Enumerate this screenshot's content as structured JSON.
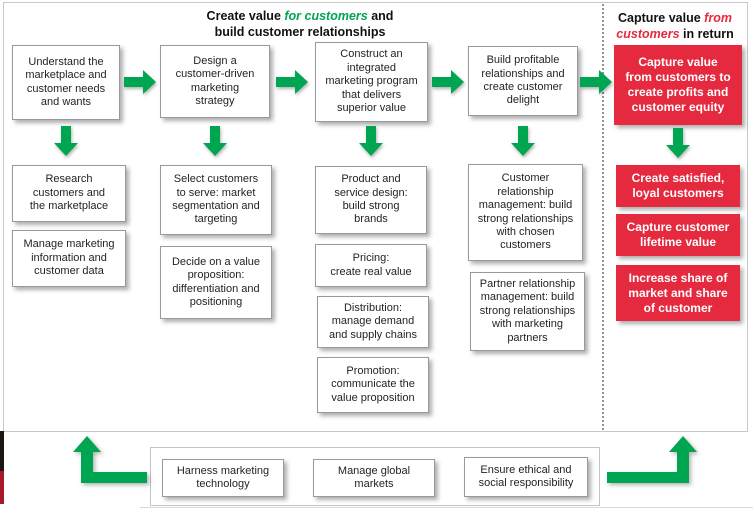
{
  "colors": {
    "green": "#00a551",
    "red": "#e5293e",
    "ink": "#231f20"
  },
  "headers": {
    "left": {
      "line1_pre": "Create value ",
      "line1_em": "for customers",
      "line1_post": " and",
      "line2": "build customer relationships"
    },
    "right": {
      "line1_pre": "Capture value ",
      "line1_em": "from",
      "line2_em": "customers",
      "line2_post": " in return"
    }
  },
  "process": {
    "steps": [
      {
        "label": "Understand the\nmarketplace and\ncustomer needs\nand wants"
      },
      {
        "label": "Design a\ncustomer-driven\nmarketing\nstrategy"
      },
      {
        "label": "Construct an\nintegrated\nmarketing program\nthat delivers\nsuperior value"
      },
      {
        "label": "Build profitable\nrelationships and\ncreate customer\ndelight"
      },
      {
        "label": "Capture value\nfrom customers to\ncreate profits and\ncustomer equity"
      }
    ]
  },
  "details": {
    "col1": [
      {
        "label": "Research\ncustomers and\nthe marketplace"
      },
      {
        "label": "Manage marketing\ninformation and\ncustomer data"
      }
    ],
    "col2": [
      {
        "label": "Select customers\nto serve: market\nsegmentation and\ntargeting"
      },
      {
        "label": "Decide on a value\nproposition:\ndifferentiation and\npositioning"
      }
    ],
    "col3": [
      {
        "label": "Product and\nservice design:\nbuild strong\nbrands"
      },
      {
        "label": "Pricing:\ncreate real value"
      },
      {
        "label": "Distribution:\nmanage demand\nand supply chains"
      },
      {
        "label": "Promotion:\ncommunicate the\nvalue proposition"
      }
    ],
    "col4": [
      {
        "label": "Customer\nrelationship\nmanagement: build\nstrong relationships\nwith chosen\ncustomers"
      },
      {
        "label": "Partner relationship\nmanagement: build\nstrong relationships\nwith marketing\npartners"
      }
    ]
  },
  "capture_outcomes": [
    {
      "label": "Create satisfied,\nloyal customers"
    },
    {
      "label": "Capture customer\nlifetime value"
    },
    {
      "label": "Increase share of\nmarket and share\nof customer"
    }
  ],
  "foundations": [
    {
      "label": "Harness marketing\ntechnology"
    },
    {
      "label": "Manage global\nmarkets"
    },
    {
      "label": "Ensure ethical and\nsocial responsibility"
    }
  ]
}
